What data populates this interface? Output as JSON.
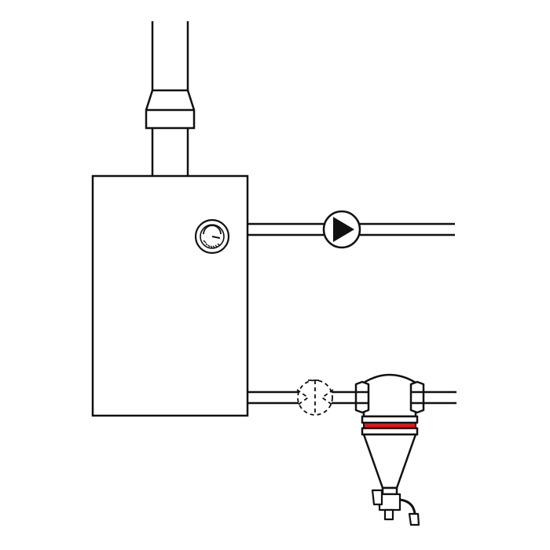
{
  "diagram": {
    "components": [
      "flue-pipe",
      "boiler",
      "pressure-gauge",
      "circulation-pump",
      "isolation-valve",
      "magnetic-filter",
      "drain-valve"
    ],
    "colors": {
      "stroke": "#111111",
      "background": "#ffffff",
      "accent": "#e5121b"
    }
  }
}
